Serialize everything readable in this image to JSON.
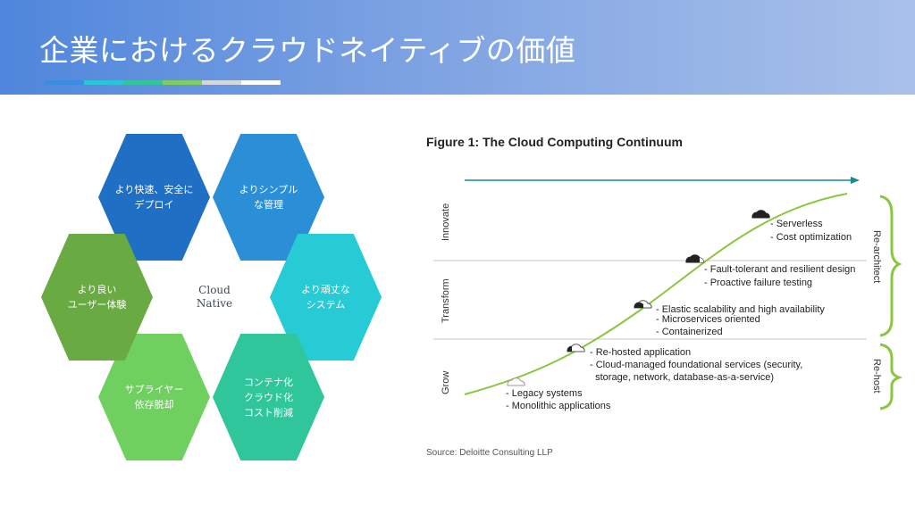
{
  "slide": {
    "title": "企業におけるクラウドネイティブの価値"
  },
  "colors": {
    "header_start": "#4f86dc",
    "header_end": "#a9c1ea",
    "hex_dark_blue": "#1f6fc4",
    "hex_blue": "#2b8fd8",
    "hex_cyan": "#26cbd6",
    "hex_teal": "#2ec69a",
    "hex_light_green": "#6fcf5f",
    "hex_green": "#6aaa43",
    "curve_green": "#8cc63f",
    "arrow_teal": "#1a8a8f"
  },
  "hexagons": [
    {
      "label": "より快速、安全に\nデプロイ",
      "color": "#1f6fc4"
    },
    {
      "label": "よりシンプル\nな管理",
      "color": "#2b8fd8"
    },
    {
      "label": "より頑丈な\nシステム",
      "color": "#26cbd6"
    },
    {
      "label": "コンテナ化\nクラウド化\nコスト削減",
      "color": "#2ec69a"
    },
    {
      "label": "サプライヤー\n依存脱却",
      "color": "#6fcf5f"
    },
    {
      "label": "より良い\nユーザー体験",
      "color": "#6aaa43"
    }
  ],
  "center_label": "Cloud\nNative",
  "figure": {
    "title": "Figure 1: The Cloud Computing Continuum",
    "source": "Source: Deloitte Consulting LLP",
    "bands": [
      "Innovate",
      "Transform",
      "Grow"
    ],
    "braces": [
      "Re-architect",
      "Re-host"
    ],
    "stages": [
      {
        "lines": [
          "- Serverless",
          "- Cost optimization"
        ]
      },
      {
        "lines": [
          "- Fault-tolerant and resilient design",
          "- Proactive failure testing"
        ]
      },
      {
        "lines": [
          "- Elastic scalability and high availability",
          "- Microservices oriented",
          "- Containerized"
        ]
      },
      {
        "lines": [
          "- Re-hosted application",
          "- Cloud-managed foundational services (security,",
          "  storage, network, database-as-a-service)"
        ]
      },
      {
        "lines": [
          "- Legacy systems",
          "- Monolithic applications"
        ]
      }
    ]
  }
}
